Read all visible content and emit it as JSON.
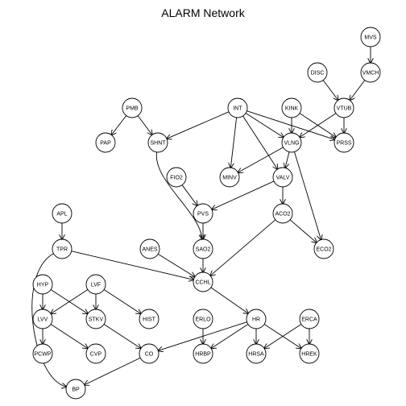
{
  "title": "ALARM Network",
  "nodes": {
    "MVS": {
      "label": "MVS"
    },
    "DISC": {
      "label": "DISC"
    },
    "VMCH": {
      "label": "VMCH"
    },
    "PMB": {
      "label": "PMB"
    },
    "INT": {
      "label": "INT"
    },
    "KINK": {
      "label": "KINK"
    },
    "VTUB": {
      "label": "VTUB"
    },
    "PAP": {
      "label": "PAP"
    },
    "SHNT": {
      "label": "SHNT"
    },
    "VLNG": {
      "label": "VLNG"
    },
    "PRSS": {
      "label": "PRSS"
    },
    "FIO2": {
      "label": "FIO2"
    },
    "MINV": {
      "label": "MINV"
    },
    "VALV": {
      "label": "VALV"
    },
    "APL": {
      "label": "APL"
    },
    "PVS": {
      "label": "PVS"
    },
    "ACO2": {
      "label": "ACO2"
    },
    "TPR": {
      "label": "TPR"
    },
    "ANES": {
      "label": "ANES"
    },
    "SAO2": {
      "label": "SAO2"
    },
    "ECO2": {
      "label": "ECO2"
    },
    "CCHL": {
      "label": "CCHL"
    },
    "HYP": {
      "label": "HYP"
    },
    "LVF": {
      "label": "LVF"
    },
    "LVV": {
      "label": "LVV"
    },
    "STKV": {
      "label": "STKV"
    },
    "HIST": {
      "label": "HIST"
    },
    "ERLO": {
      "label": "ERLO"
    },
    "HR": {
      "label": "HR"
    },
    "ERCA": {
      "label": "ERCA"
    },
    "PCWP": {
      "label": "PCWP"
    },
    "CVP": {
      "label": "CVP"
    },
    "CO": {
      "label": "CO"
    },
    "HRBP": {
      "label": "HRBP"
    },
    "HRSA": {
      "label": "HRSA"
    },
    "HREK": {
      "label": "HREK"
    },
    "BP": {
      "label": "BP"
    }
  },
  "edges": [
    [
      "MVS",
      "VMCH"
    ],
    [
      "DISC",
      "VTUB"
    ],
    [
      "VMCH",
      "VTUB"
    ],
    [
      "VTUB",
      "VLNG"
    ],
    [
      "VTUB",
      "PRSS"
    ],
    [
      "KINK",
      "VLNG"
    ],
    [
      "KINK",
      "PRSS"
    ],
    [
      "INT",
      "SHNT"
    ],
    [
      "INT",
      "MINV"
    ],
    [
      "INT",
      "VLNG"
    ],
    [
      "INT",
      "VALV"
    ],
    [
      "INT",
      "PRSS"
    ],
    [
      "PMB",
      "PAP"
    ],
    [
      "PMB",
      "SHNT"
    ],
    [
      "VLNG",
      "MINV"
    ],
    [
      "VLNG",
      "VALV"
    ],
    [
      "VLNG",
      "ECO2"
    ],
    [
      "VALV",
      "PVS"
    ],
    [
      "VALV",
      "ACO2"
    ],
    [
      "FIO2",
      "PVS"
    ],
    [
      "PVS",
      "SAO2"
    ],
    [
      "SHNT",
      "SAO2"
    ],
    [
      "ACO2",
      "ECO2"
    ],
    [
      "ACO2",
      "CCHL"
    ],
    [
      "APL",
      "TPR"
    ],
    [
      "TPR",
      "CCHL"
    ],
    [
      "TPR",
      "BP"
    ],
    [
      "ANES",
      "CCHL"
    ],
    [
      "SAO2",
      "CCHL"
    ],
    [
      "CCHL",
      "HR"
    ],
    [
      "HYP",
      "LVV"
    ],
    [
      "HYP",
      "STKV"
    ],
    [
      "LVF",
      "LVV"
    ],
    [
      "LVF",
      "STKV"
    ],
    [
      "LVF",
      "HIST"
    ],
    [
      "LVV",
      "PCWP"
    ],
    [
      "LVV",
      "CVP"
    ],
    [
      "STKV",
      "CO"
    ],
    [
      "ERLO",
      "HRBP"
    ],
    [
      "HR",
      "HRBP"
    ],
    [
      "HR",
      "CO"
    ],
    [
      "HR",
      "HRSA"
    ],
    [
      "HR",
      "HREK"
    ],
    [
      "ERCA",
      "HRSA"
    ],
    [
      "ERCA",
      "HREK"
    ],
    [
      "CO",
      "BP"
    ]
  ]
}
